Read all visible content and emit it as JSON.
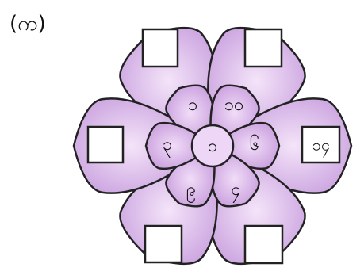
{
  "exercise_label": "(က)",
  "colors": {
    "petal_light": "#f2dcf8",
    "petal_dark": "#c9a0dd",
    "outline": "#222222",
    "box_fill": "#ffffff"
  },
  "inner_numbers": [
    "၁",
    "၁၀",
    "၆",
    "၄",
    "၉",
    "၃"
  ],
  "center_number": "၁",
  "outer_boxes": [
    "",
    "",
    "",
    "",
    "",
    "၁၄"
  ]
}
